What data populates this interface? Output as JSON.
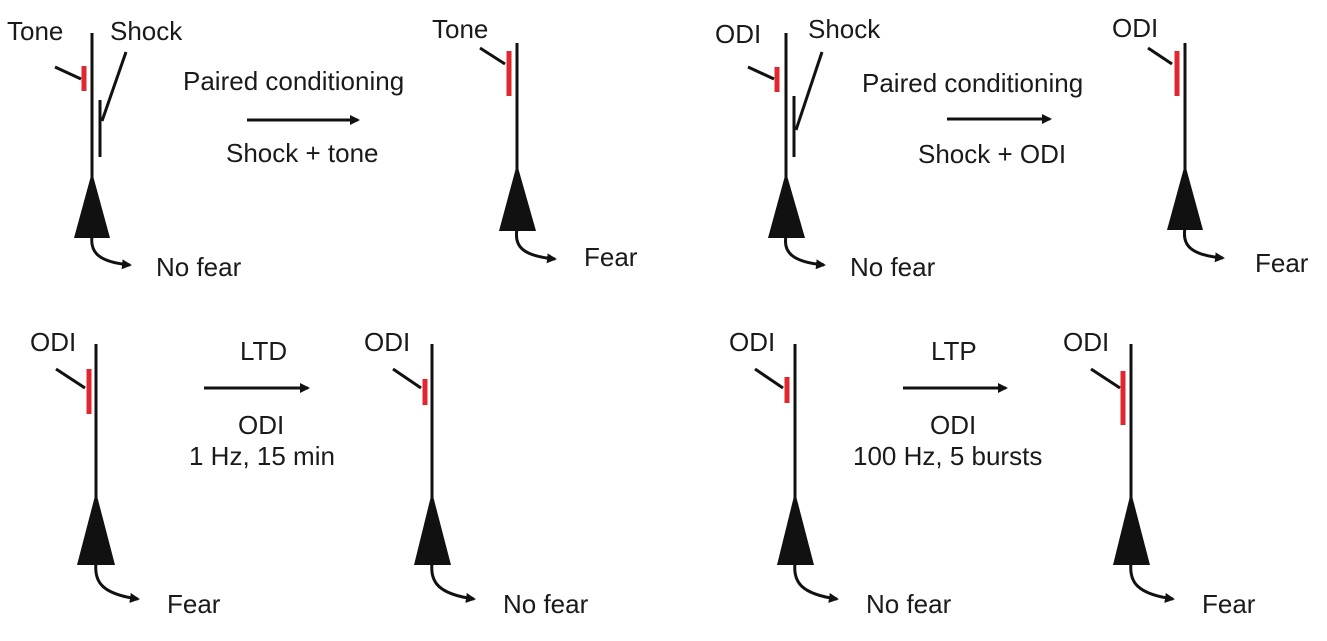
{
  "colors": {
    "ink": "#111111",
    "synapse": "#e0262f"
  },
  "panels": [
    {
      "input_label": "Tone",
      "second_input_label": "Shock",
      "output_before": "No fear",
      "arrow_top": "Paired conditioning",
      "arrow_bottom": [
        "Shock + tone"
      ],
      "output_after": "Fear",
      "input_after_label": "Tone"
    },
    {
      "input_label": "ODI",
      "second_input_label": "Shock",
      "output_before": "No fear",
      "arrow_top": "Paired conditioning",
      "arrow_bottom": [
        "Shock + ODI"
      ],
      "output_after": "Fear",
      "input_after_label": "ODI"
    },
    {
      "input_label": "ODI",
      "output_before": "Fear",
      "arrow_top": "LTD",
      "arrow_bottom": [
        "ODI",
        "1 Hz, 15 min"
      ],
      "output_after": "No fear",
      "input_after_label": "ODI"
    },
    {
      "input_label": "ODI",
      "output_before": "No fear",
      "arrow_top": "LTP",
      "arrow_bottom": [
        "ODI",
        "100 Hz, 5 bursts"
      ],
      "output_after": "Fear",
      "input_after_label": "ODI"
    }
  ]
}
